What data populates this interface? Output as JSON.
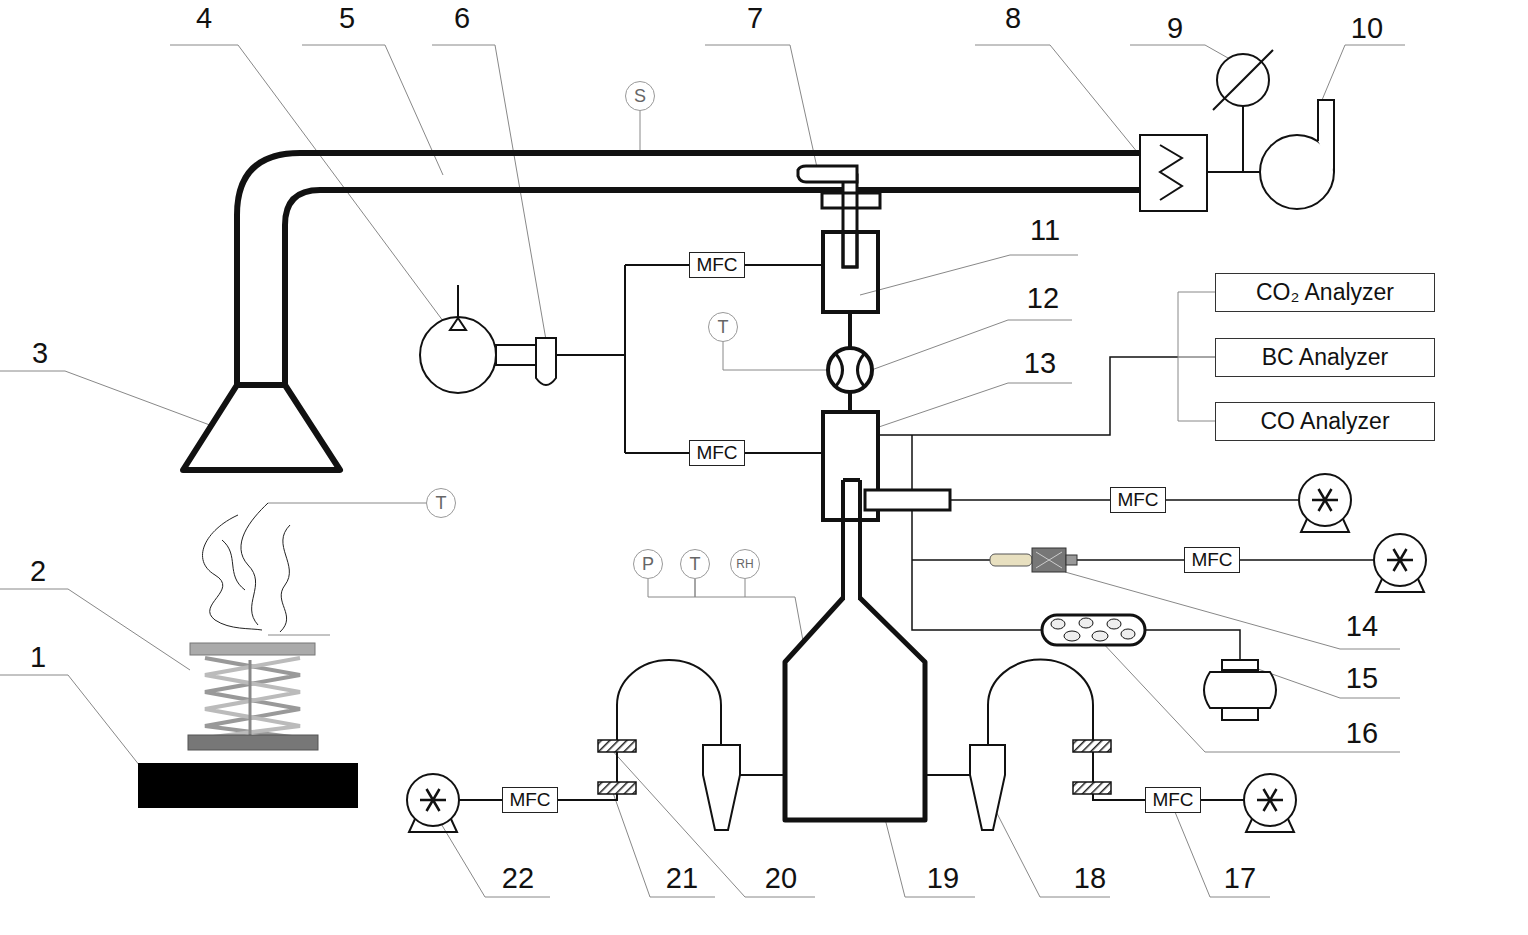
{
  "diagram": {
    "nodes": [
      {
        "text": [
          "S"
        ]
      },
      {
        "text": [
          "MFC"
        ]
      },
      {
        "text": [
          "CO₂ Analyzer"
        ]
      },
      {
        "text": [
          "T"
        ]
      },
      {
        "text": [
          "BC Analyzer"
        ]
      },
      {
        "text": [
          "CO Analyzer"
        ]
      },
      {
        "text": [
          "MFC"
        ]
      },
      {
        "text": [
          "T"
        ]
      },
      {
        "text": [
          "MFC"
        ]
      },
      {
        "text": [
          "MFC"
        ]
      },
      {
        "text": [
          "P"
        ]
      },
      {
        "text": [
          "T"
        ]
      },
      {
        "text": [
          "RH"
        ]
      },
      {
        "text": [
          "MFC"
        ]
      },
      {
        "text": [
          "MFC"
        ]
      }
    ],
    "edges": [
      {
        "from": 10,
        "to": 11,
        "arrow": "none"
      },
      {
        "from": 11,
        "to": 12,
        "arrow": "none"
      },
      {
        "from": 2,
        "to": 4,
        "arrow": "none"
      },
      {
        "from": 4,
        "to": 5,
        "arrow": "none"
      }
    ],
    "labels": [
      "4",
      "5",
      "6",
      "7",
      "8",
      "9",
      "10",
      "11",
      "12",
      "3",
      "13",
      "2",
      "14",
      "1",
      "15",
      "16",
      "22",
      "21",
      "20",
      "19",
      "18",
      "17"
    ]
  }
}
